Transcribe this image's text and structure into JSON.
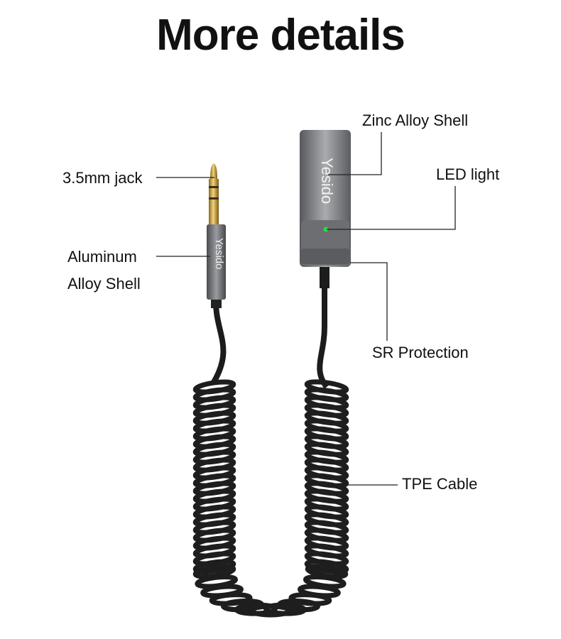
{
  "title": "More details",
  "brand_logo": "Yesido",
  "labels": {
    "zinc_alloy_shell": "Zinc Alloy Shell",
    "jack": "3.5mm jack",
    "led_light": "LED light",
    "aluminum_line1": "Aluminum",
    "aluminum_line2": "Alloy Shell",
    "sr_protection": "SR Protection",
    "tpe_cable": "TPE Cable"
  },
  "colors": {
    "led": "#2bdc3a",
    "gold": "#c9a43d",
    "shell": "#6b6d70",
    "cable": "#1c1c1c"
  }
}
